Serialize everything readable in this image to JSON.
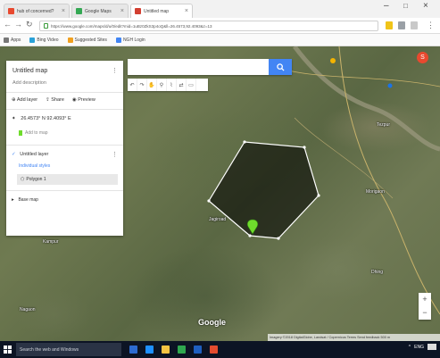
{
  "browser": {
    "tabs": [
      {
        "title": "hub of concerned?",
        "favicon_color": "#e8492f"
      },
      {
        "title": "Google Maps",
        "favicon_color": "#34a853"
      },
      {
        "title": "Untitled map",
        "favicon_color": "#d23f31"
      }
    ],
    "url": "https://www.google.com/maps/d/u/0/edit?mid=1uBz0ZkS3p4oQ&ll=26.4573,92.4093&z=13",
    "bookmarks": [
      {
        "label": "Apps",
        "icon_color": "#777777"
      },
      {
        "label": "Bing Video",
        "icon_color": "#2aa1d8"
      },
      {
        "label": "Suggested Sites",
        "icon_color": "#f0a020"
      },
      {
        "label": "NGH Login",
        "icon_color": "#4285f4"
      }
    ]
  },
  "map": {
    "search": {
      "placeholder": ""
    },
    "panel": {
      "title": "Untitled map",
      "description": "Add description",
      "add_layer": "Add layer",
      "share": "Share",
      "preview": "Preview",
      "coordinates": "26.4573° N 92.4093° E",
      "coordinates_sub": "Add to map",
      "layer_name": "Untitled layer",
      "layer_style": "Individual styles",
      "layer_item": "Polygon 1",
      "base_map": "Base map"
    },
    "labels": [
      {
        "text": "Tezpur"
      },
      {
        "text": "Morigaon"
      },
      {
        "text": "Jagiroad"
      },
      {
        "text": "Kampur"
      },
      {
        "text": "Nagaon"
      },
      {
        "text": "Dhing"
      }
    ],
    "footer": "Imagery ©2018 DigitalGlobe, Landsat / Copernicus   Terms   Send feedback   500 m",
    "google_logo": "Google",
    "accent_color": "#4285f4"
  },
  "taskbar": {
    "search_placeholder": "Search the web and Windows",
    "tray": [
      "^",
      "ENG"
    ]
  }
}
